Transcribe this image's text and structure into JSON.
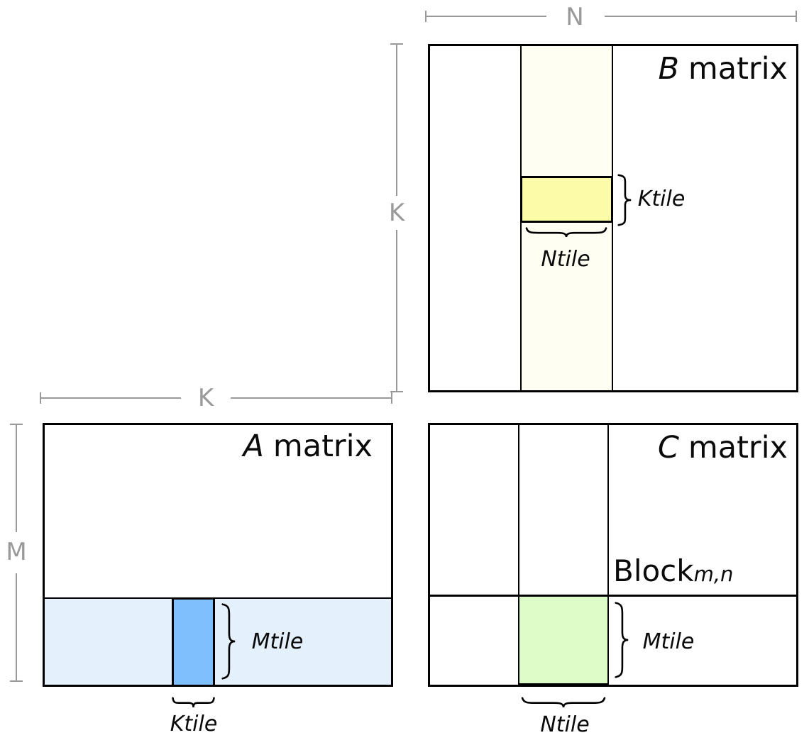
{
  "diagram": {
    "kind": "GEMM matrix tiling diagram"
  },
  "colors": {
    "b_strip_fill": "#FEFEF2",
    "b_tile_fill": "#FCFCA8",
    "a_strip_fill": "#E4F1FC",
    "a_tile_fill": "#7FBFFD",
    "c_tile_fill": "#DEFCC7",
    "dim_line": "#999999",
    "border": "#000000"
  },
  "dims": {
    "n": "N",
    "k_vertical": "K",
    "k_horizontal": "K",
    "m": "M"
  },
  "matrices": {
    "b": {
      "label_italic": "B",
      "label_rest": "matrix",
      "ktile": "Ktile",
      "ntile": "Ntile"
    },
    "a": {
      "label_italic": "A",
      "label_rest": "matrix",
      "mtile": "Mtile",
      "ktile": "Ktile"
    },
    "c": {
      "label_italic": "C",
      "label_rest": "matrix",
      "block": "Block",
      "block_subscript": "m,n",
      "mtile": "Mtile",
      "ntile": "Ntile"
    }
  }
}
